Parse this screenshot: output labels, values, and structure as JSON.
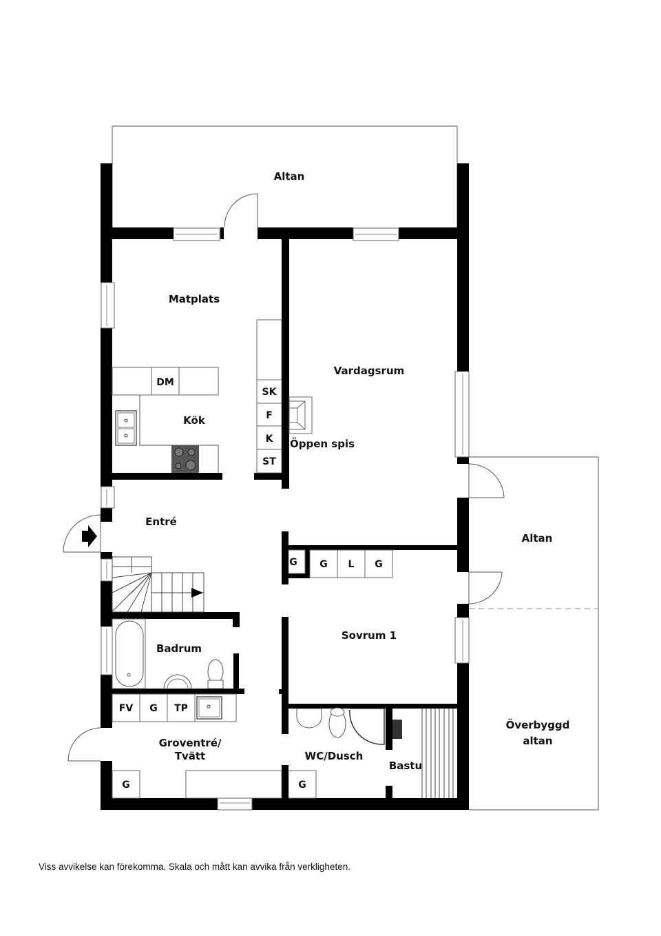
{
  "rooms": {
    "altan_top": "Altan",
    "matplats": "Matplats",
    "vardagsrum": "Vardagsrum",
    "kok": "Kök",
    "oppen_spis": "Öppen spis",
    "entre": "Entré",
    "altan_right": "Altan",
    "sovrum1": "Sovrum 1",
    "badrum": "Badrum",
    "groventre_line1": "Groventré/",
    "groventre_line2": "Tvätt",
    "wc_dusch": "WC/Dusch",
    "bastu": "Bastu",
    "overbyggd_line1": "Överbyggd",
    "overbyggd_line2": "altan"
  },
  "fixtures": {
    "dm": "DM",
    "sk": "SK",
    "f": "F",
    "k": "K",
    "st": "ST",
    "closet_g1": "G",
    "closet_g2": "G",
    "closet_l": "L",
    "closet_g3": "G",
    "fv": "FV",
    "laundry_g": "G",
    "tp": "TP",
    "groventre_g": "G",
    "wc_g": "G"
  },
  "disclaimer": "Viss avvikelse kan förekomma. Skala och mått kan avvika från verkligheten."
}
